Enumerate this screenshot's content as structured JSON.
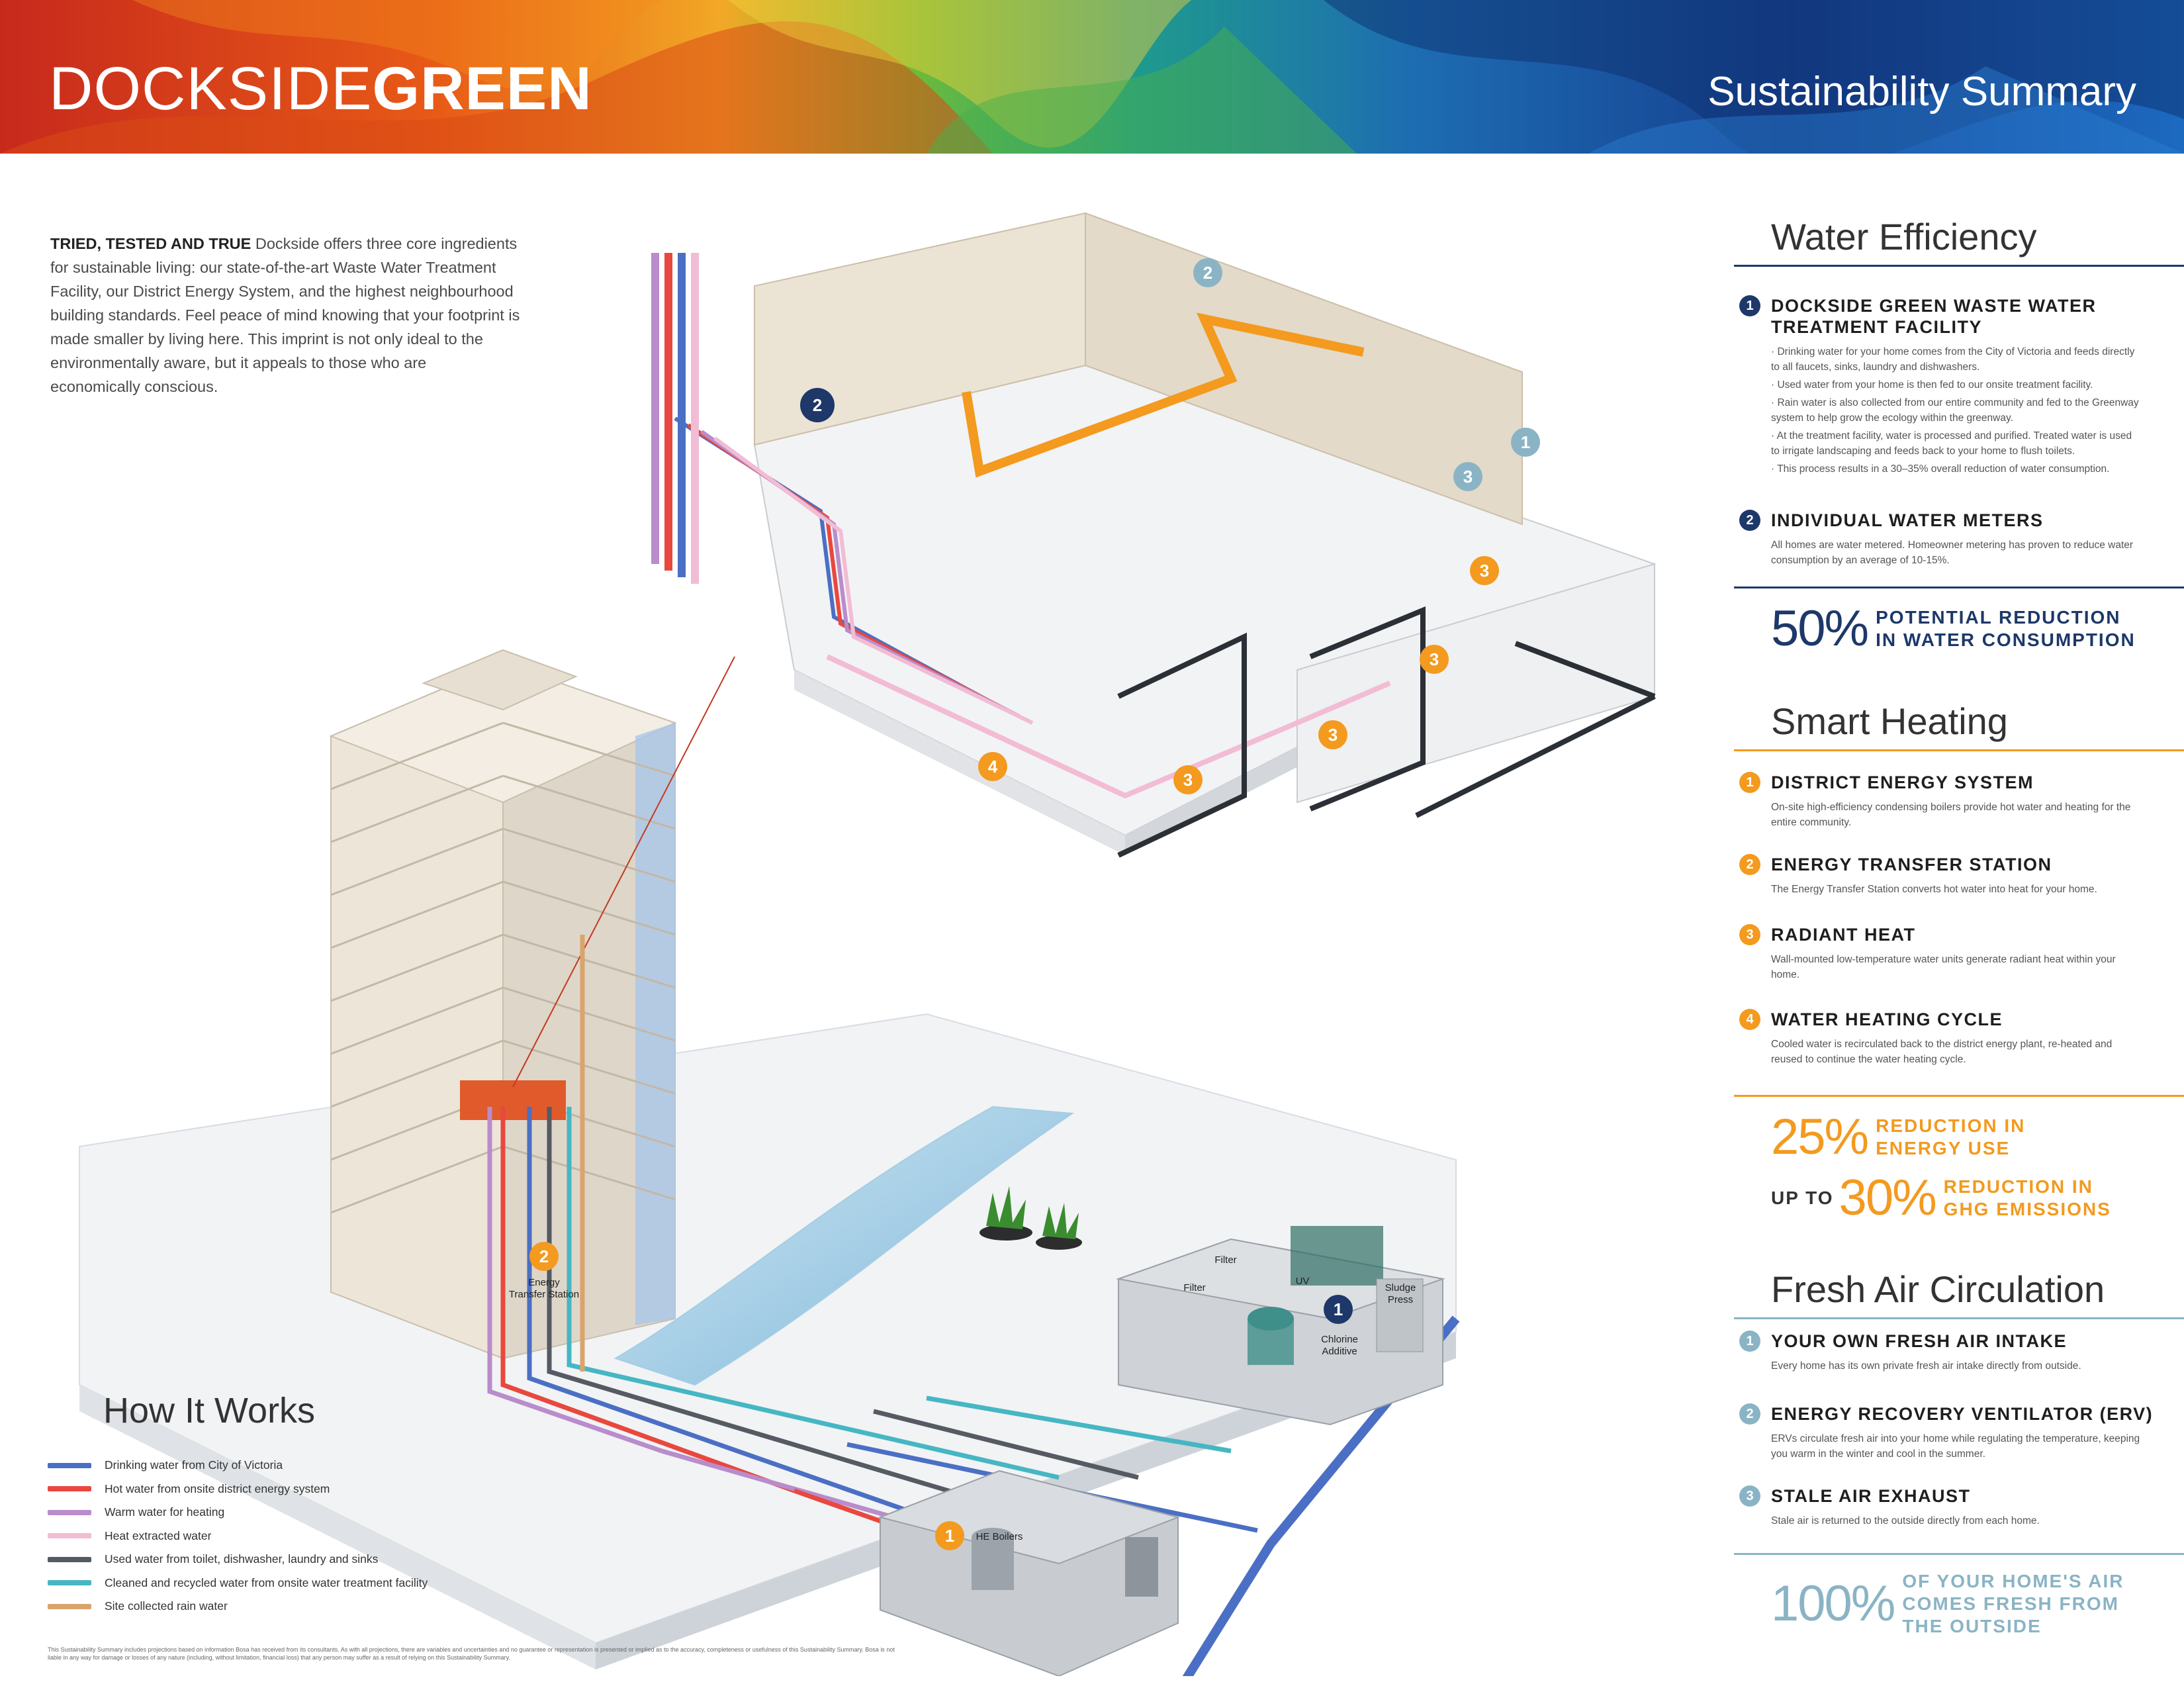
{
  "header": {
    "brand_light": "DOCKSIDE",
    "brand_bold": "GREEN",
    "title": "Sustainability Summary"
  },
  "intro": {
    "lead": "TRIED, TESTED AND TRUE",
    "text": " Dockside offers three core ingredients for sustainable living: our state-of-the-art Waste Water Treatment Facility, our District Energy System, and the highest neighbourhood building standards. Feel peace of mind knowing that your footprint is made smaller by living here. This imprint is not only ideal to the environmentally aware, but it appeals to those who are economically conscious."
  },
  "diagram": {
    "labels": {
      "energy_transfer_station": [
        "Energy",
        "Transfer Station"
      ],
      "filter_a": "Filter",
      "filter_b": "Filter",
      "uv": "UV",
      "sludge_press": [
        "Sludge",
        "Press"
      ],
      "chlorine_additive": [
        "Chlorine",
        "Additive"
      ],
      "he_boilers": "HE Boilers"
    },
    "markers": {
      "one": "1",
      "two": "2",
      "three": "3",
      "four": "4"
    }
  },
  "legend": {
    "title": "How It Works",
    "items": [
      {
        "label": "Drinking water from City of Victoria",
        "color": "#4a6fc4"
      },
      {
        "label": "Hot water from onsite district energy system",
        "color": "#e8483e"
      },
      {
        "label": "Warm water for heating",
        "color": "#b98ccb"
      },
      {
        "label": "Heat extracted water",
        "color": "#f2bcd4"
      },
      {
        "label": "Used water from toilet, dishwasher, laundry and sinks",
        "color": "#555a63"
      },
      {
        "label": "Cleaned and recycled water from onsite water treatment facility",
        "color": "#46b6c3"
      },
      {
        "label": "Site collected rain water",
        "color": "#d9a46c"
      }
    ]
  },
  "disclaimer": "This Sustainability Summary includes projections based on information Bosa has received from its consultants. As with all projections, there are variables and uncertainties and no guarantee or representation is presented or implied as to the accuracy, completeness or usefulness of this Sustainability Summary. Bosa is not liable in any way for damage or losses of any nature (including, without limitation, financial loss) that any person may suffer as a result of relying on this Sustainability Summary.",
  "sidebar": {
    "water": {
      "title": "Water Efficiency",
      "items": [
        {
          "num": "1",
          "head": "DOCKSIDE GREEN WASTE WATER TREATMENT FACILITY",
          "bullets": [
            "· Drinking water for your home comes from the City of Victoria and feeds directly to all faucets, sinks, laundry and dishwashers.",
            "· Used water from your home is then fed to our onsite treatment facility.",
            "· Rain water is also collected from our entire community and fed to the Greenway system to help grow the ecology within the greenway.",
            "· At the treatment facility, water is processed and purified. Treated water is used to irrigate landscaping and feeds back to your home to flush toilets.",
            "· This process results in a 30–35% overall reduction of water consumption."
          ]
        },
        {
          "num": "2",
          "head": "INDIVIDUAL WATER METERS",
          "body": "All homes are water metered. Homeowner metering has proven to reduce water consumption by an average of 10-15%."
        }
      ],
      "stat": {
        "big": "50%",
        "line1": "POTENTIAL REDUCTION",
        "line2": "IN WATER CONSUMPTION"
      }
    },
    "heating": {
      "title": "Smart Heating",
      "items": [
        {
          "num": "1",
          "head": "DISTRICT ENERGY SYSTEM",
          "body": "On-site high-efficiency condensing boilers provide hot water and heating for the entire community."
        },
        {
          "num": "2",
          "head": "ENERGY TRANSFER STATION",
          "body": "The Energy Transfer Station converts hot water into heat for your home."
        },
        {
          "num": "3",
          "head": "RADIANT HEAT",
          "body": "Wall-mounted low-temperature water units generate radiant heat within your home."
        },
        {
          "num": "4",
          "head": "WATER HEATING CYCLE",
          "body": "Cooled water is recirculated back to the district energy plant, re-heated and reused to continue the water heating cycle."
        }
      ],
      "stat1": {
        "big": "25%",
        "line1": "REDUCTION IN",
        "line2": "ENERGY USE"
      },
      "stat2": {
        "pre": "UP TO",
        "big": "30%",
        "line1": "REDUCTION IN",
        "line2": "GHG EMISSIONS"
      }
    },
    "air": {
      "title": "Fresh Air Circulation",
      "items": [
        {
          "num": "1",
          "head": "YOUR OWN FRESH AIR INTAKE",
          "body": "Every home has its own private fresh air intake directly from outside."
        },
        {
          "num": "2",
          "head": "ENERGY RECOVERY VENTILATOR (ERV)",
          "body": "ERVs circulate fresh air into your home while regulating the temperature, keeping you warm in the winter and cool in the summer."
        },
        {
          "num": "3",
          "head": "STALE AIR EXHAUST",
          "body": "Stale air is returned to the outside directly from each home."
        }
      ],
      "stat": {
        "big": "100%",
        "line1": "OF YOUR HOME'S AIR",
        "line2": "COMES FRESH FROM",
        "line3": "THE OUTSIDE"
      }
    }
  }
}
